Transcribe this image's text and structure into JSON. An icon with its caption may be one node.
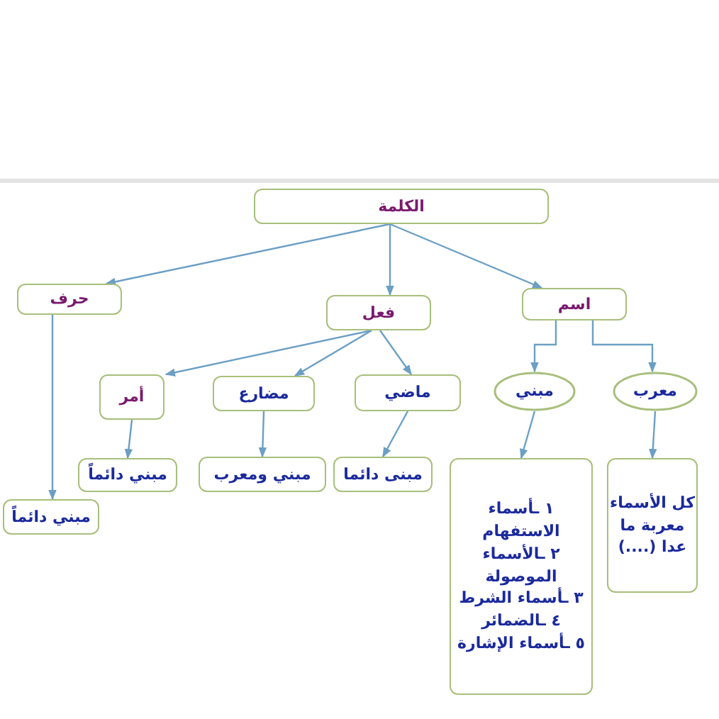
{
  "diagram": {
    "nodes": [
      {
        "text": [
          "الكلمة"
        ]
      },
      {
        "text": [
          "حرف"
        ]
      },
      {
        "text": [
          "فعل"
        ]
      },
      {
        "text": [
          "اسم"
        ]
      },
      {
        "text": [
          "أمر"
        ]
      },
      {
        "text": [
          "مضارع"
        ]
      },
      {
        "text": [
          "ماضي"
        ]
      },
      {
        "text": [
          "مبني"
        ]
      },
      {
        "text": [
          "معرب"
        ]
      },
      {
        "text": [
          "مبني دائماً"
        ]
      },
      {
        "text": [
          "مبني دائماً"
        ]
      },
      {
        "text": [
          "مبني ومعرب"
        ]
      },
      {
        "text": [
          "مبنى دائما"
        ]
      },
      {
        "text": [
          "١ ـأسماء الاستفهام",
          "٢ ـالأسماء الموصولة",
          "٣ ـأسماء الشرط",
          "٤ ـالضمائر",
          "٥ ـأسماء الإشارة"
        ]
      },
      {
        "text": [
          "كل الأسماء معربة ما عدا (....)"
        ]
      }
    ],
    "edges": [
      {
        "from": 0,
        "to": 1,
        "arrow": "to"
      },
      {
        "from": 0,
        "to": 2,
        "arrow": "to"
      },
      {
        "from": 0,
        "to": 3,
        "arrow": "to"
      },
      {
        "from": 2,
        "to": 4,
        "arrow": "to"
      },
      {
        "from": 2,
        "to": 5,
        "arrow": "to"
      },
      {
        "from": 2,
        "to": 6,
        "arrow": "to"
      },
      {
        "from": 3,
        "to": 7,
        "arrow": "to"
      },
      {
        "from": 3,
        "to": 8,
        "arrow": "to"
      },
      {
        "from": 1,
        "to": 9,
        "arrow": "to"
      },
      {
        "from": 4,
        "to": 10,
        "arrow": "to"
      },
      {
        "from": 5,
        "to": 11,
        "arrow": "to"
      },
      {
        "from": 6,
        "to": 12,
        "arrow": "to"
      },
      {
        "from": 7,
        "to": 13,
        "arrow": "to"
      },
      {
        "from": 8,
        "to": 14,
        "arrow": "to"
      }
    ]
  }
}
